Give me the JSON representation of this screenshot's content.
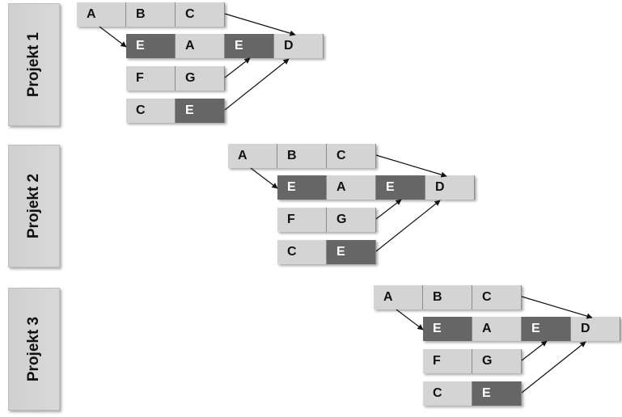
{
  "projects": [
    {
      "label": "Projekt 1",
      "rows": [
        [
          {
            "t": "A",
            "dark": false
          },
          {
            "t": "B",
            "dark": false
          },
          {
            "t": "C",
            "dark": false
          }
        ],
        [
          {
            "t": "E",
            "dark": true
          },
          {
            "t": "A",
            "dark": false
          },
          {
            "t": "E",
            "dark": true
          },
          {
            "t": "D",
            "dark": false
          }
        ],
        [
          {
            "t": "F",
            "dark": false
          },
          {
            "t": "G",
            "dark": false
          }
        ],
        [
          {
            "t": "C",
            "dark": false
          },
          {
            "t": "E",
            "dark": true
          }
        ]
      ]
    },
    {
      "label": "Projekt 2",
      "rows": [
        [
          {
            "t": "A",
            "dark": false
          },
          {
            "t": "B",
            "dark": false
          },
          {
            "t": "C",
            "dark": false
          }
        ],
        [
          {
            "t": "E",
            "dark": true
          },
          {
            "t": "A",
            "dark": false
          },
          {
            "t": "E",
            "dark": true
          },
          {
            "t": "D",
            "dark": false
          }
        ],
        [
          {
            "t": "F",
            "dark": false
          },
          {
            "t": "G",
            "dark": false
          }
        ],
        [
          {
            "t": "C",
            "dark": false
          },
          {
            "t": "E",
            "dark": true
          }
        ]
      ]
    },
    {
      "label": "Projekt 3",
      "rows": [
        [
          {
            "t": "A",
            "dark": false
          },
          {
            "t": "B",
            "dark": false
          },
          {
            "t": "C",
            "dark": false
          }
        ],
        [
          {
            "t": "E",
            "dark": true
          },
          {
            "t": "A",
            "dark": false
          },
          {
            "t": "E",
            "dark": true
          },
          {
            "t": "D",
            "dark": false
          }
        ],
        [
          {
            "t": "F",
            "dark": false
          },
          {
            "t": "G",
            "dark": false
          }
        ],
        [
          {
            "t": "C",
            "dark": false
          },
          {
            "t": "E",
            "dark": true
          }
        ]
      ]
    }
  ],
  "colors": {
    "light": "#d4d4d4",
    "dark": "#666666",
    "arrow": "#111111"
  }
}
